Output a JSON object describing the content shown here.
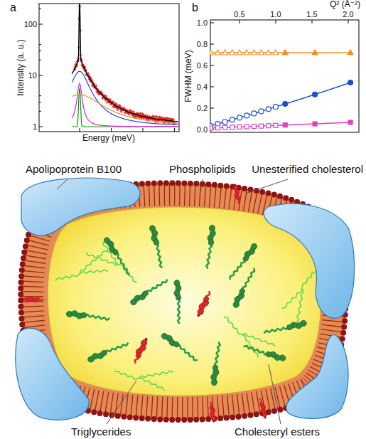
{
  "diagram": {
    "labels": [
      "a",
      "Intensity (a. u.)",
      "100",
      "10",
      "1",
      "Energy (meV)",
      "b",
      "FWHM (meV)",
      "1.0",
      "0.8",
      "0.6",
      "0.4",
      "0.2",
      "0.0",
      "0.5",
      "1.0",
      "1.5",
      "2.0",
      "Q² (Å⁻²)",
      "Apolipoprotein B100",
      "Phospholipids",
      "Unesterified cholesterol",
      "Triglycerides",
      "Cholesteryl esters"
    ]
  }
}
